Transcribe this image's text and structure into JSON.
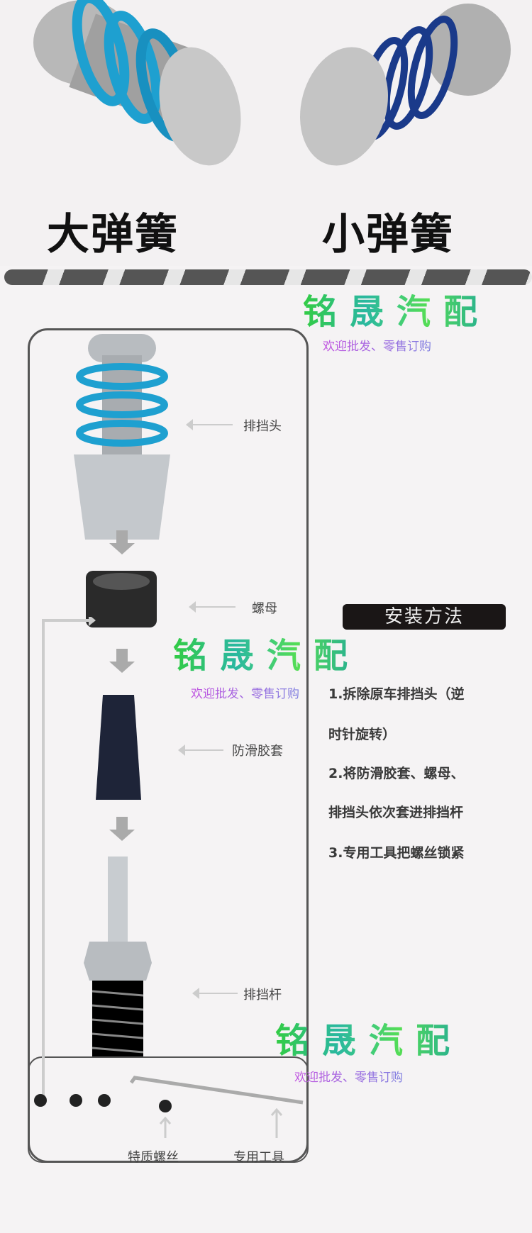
{
  "top": {
    "left_caption": "大弹簧",
    "right_caption": "小弹簧"
  },
  "watermark": {
    "brand": "铭晟汽配",
    "slogan": "欢迎批发、零售订购"
  },
  "parts": {
    "knob": "排挡头",
    "nut": "螺母",
    "sleeve": "防滑胶套",
    "rod": "排挡杆",
    "screw": "特质螺丝",
    "tool": "专用工具"
  },
  "install": {
    "title": "安装方法",
    "steps": [
      "1.拆除原车排挡头（逆",
      "时针旋转）",
      "2.将防滑胶套、螺母、",
      "排挡头依次套进排挡杆",
      "3.专用工具把螺丝锁紧"
    ]
  },
  "colors": {
    "big_spring": "#1ea0d0",
    "small_spring": "#1a3a8a"
  }
}
